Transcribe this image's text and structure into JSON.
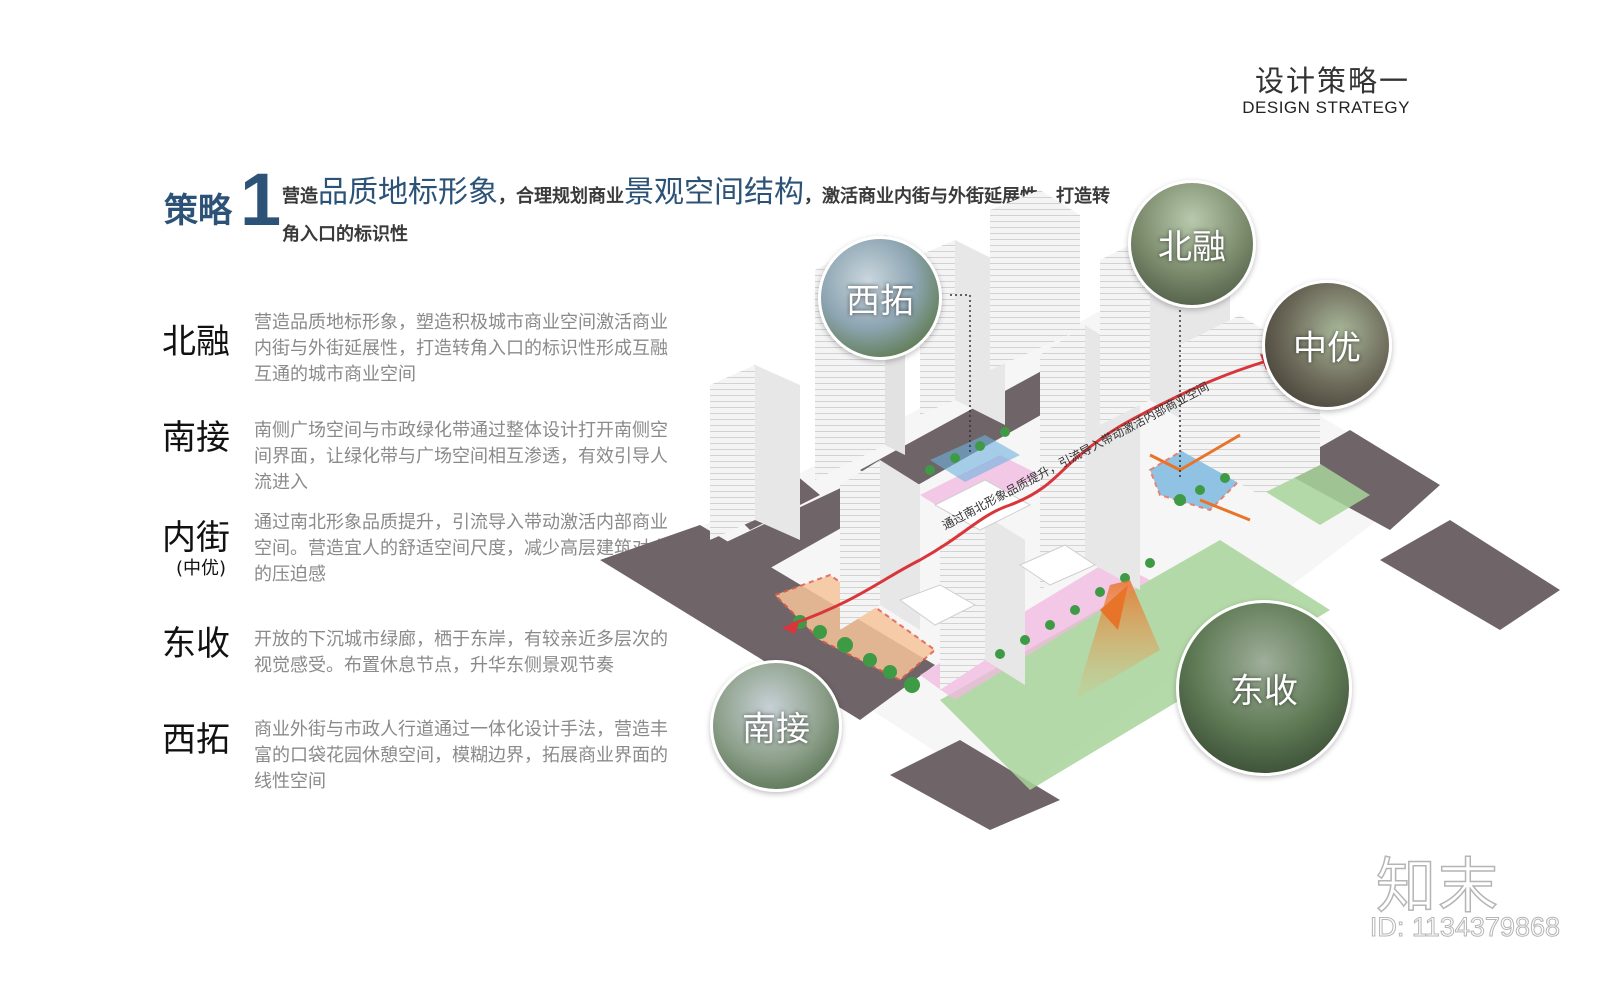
{
  "header": {
    "title_cn": "设计策略一",
    "title_en": "DESIGN STRATEGY"
  },
  "strategy": {
    "label": "策略",
    "number": "1",
    "headline": [
      {
        "text": "营造",
        "big": false
      },
      {
        "text": "品质地标形象",
        "big": true
      },
      {
        "text": "，合理规划商业",
        "big": false
      },
      {
        "text": "景观空间结构",
        "big": true
      },
      {
        "text": "，激活商业内街与外街延展性，打造转角入口的标识性",
        "big": false
      }
    ]
  },
  "items": [
    {
      "title": "北融",
      "sub": "",
      "desc": "营造品质地标形象，塑造积极城市商业空间激活商业内街与外街延展性，打造转角入口的标识性形成互融互通的城市商业空间"
    },
    {
      "title": "南接",
      "sub": "",
      "desc": "南侧广场空间与市政绿化带通过整体设计打开南侧空间界面，让绿化带与广场空间相互渗透，有效引导人流进入"
    },
    {
      "title": "内街",
      "sub": "(中优)",
      "desc": "通过南北形象品质提升，引流导入带动激活内部商业空间。营造宜人的舒适空间尺度，减少高层建筑对人的压迫感"
    },
    {
      "title": "东收",
      "sub": "",
      "desc": "开放的下沉城市绿廊，栖于东岸，有较亲近多层次的视觉感受。布置休息节点，升华东侧景观节奏"
    },
    {
      "title": "西拓",
      "sub": "",
      "desc": "商业外街与市政人行道通过一体化设计手法，营造丰富的口袋花园休憩空间，模糊边界，拓展商业界面的线性空间"
    }
  ],
  "diagram": {
    "path_label": "通过南北形象品质提升，引流导入带动激活内部商业空间",
    "lenses": [
      {
        "name": "西拓",
        "tone": "#7f97a8"
      },
      {
        "name": "北融",
        "tone": "#6c7a63"
      },
      {
        "name": "中优",
        "tone": "#5e5a4e"
      },
      {
        "name": "南接",
        "tone": "#7d8f78"
      },
      {
        "name": "东收",
        "tone": "#566a50"
      }
    ]
  },
  "colors": {
    "accent": "#2c5377",
    "road": "#6f6468",
    "green": "#a8d49a",
    "pink": "#f2b8e0",
    "orange": "#f6c49a",
    "blue": "#6fb3dd",
    "arrow": "#d8363a"
  },
  "watermark": {
    "logo": "知末",
    "id": "ID: 1134379868"
  }
}
